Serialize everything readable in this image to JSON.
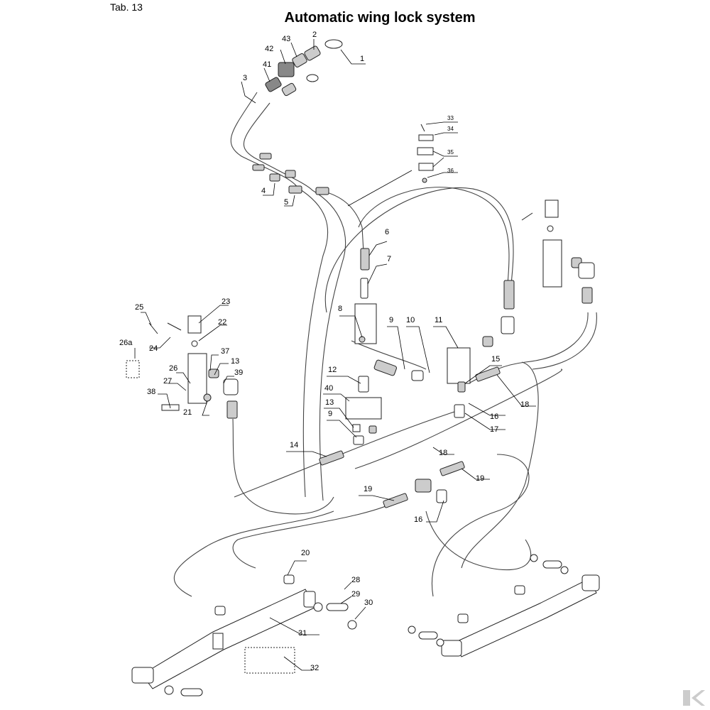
{
  "header": {
    "tab_label": "Tab. 13",
    "title": "Automatic wing lock system"
  },
  "colors": {
    "line": "#444444",
    "background": "#ffffff",
    "logo": "#cccccc"
  },
  "icons": {
    "logo": "kramp-k-logo"
  },
  "callouts": [
    {
      "id": "1",
      "label": "1"
    },
    {
      "id": "2",
      "label": "2"
    },
    {
      "id": "3",
      "label": "3"
    },
    {
      "id": "4",
      "label": "4"
    },
    {
      "id": "5",
      "label": "5"
    },
    {
      "id": "6",
      "label": "6"
    },
    {
      "id": "7",
      "label": "7"
    },
    {
      "id": "8",
      "label": "8"
    },
    {
      "id": "9a",
      "label": "9"
    },
    {
      "id": "9b",
      "label": "9"
    },
    {
      "id": "10",
      "label": "10"
    },
    {
      "id": "11",
      "label": "11"
    },
    {
      "id": "12",
      "label": "12"
    },
    {
      "id": "13a",
      "label": "13"
    },
    {
      "id": "13b",
      "label": "13"
    },
    {
      "id": "14",
      "label": "14"
    },
    {
      "id": "15",
      "label": "15"
    },
    {
      "id": "16a",
      "label": "16"
    },
    {
      "id": "16b",
      "label": "16"
    },
    {
      "id": "17",
      "label": "17"
    },
    {
      "id": "18a",
      "label": "18"
    },
    {
      "id": "18b",
      "label": "18"
    },
    {
      "id": "19a",
      "label": "19"
    },
    {
      "id": "19b",
      "label": "19"
    },
    {
      "id": "20",
      "label": "20"
    },
    {
      "id": "21",
      "label": "21"
    },
    {
      "id": "22",
      "label": "22"
    },
    {
      "id": "23",
      "label": "23"
    },
    {
      "id": "24",
      "label": "24"
    },
    {
      "id": "25",
      "label": "25"
    },
    {
      "id": "26",
      "label": "26"
    },
    {
      "id": "26a",
      "label": "26a"
    },
    {
      "id": "27",
      "label": "27"
    },
    {
      "id": "28",
      "label": "28"
    },
    {
      "id": "29",
      "label": "29"
    },
    {
      "id": "30",
      "label": "30"
    },
    {
      "id": "31",
      "label": "31"
    },
    {
      "id": "32",
      "label": "32"
    },
    {
      "id": "33",
      "label": "33"
    },
    {
      "id": "34",
      "label": "34"
    },
    {
      "id": "35",
      "label": "35"
    },
    {
      "id": "36",
      "label": "36"
    },
    {
      "id": "37",
      "label": "37"
    },
    {
      "id": "38",
      "label": "38"
    },
    {
      "id": "39",
      "label": "39"
    },
    {
      "id": "40",
      "label": "40"
    },
    {
      "id": "41",
      "label": "41"
    },
    {
      "id": "42",
      "label": "42"
    },
    {
      "id": "43",
      "label": "43"
    }
  ]
}
